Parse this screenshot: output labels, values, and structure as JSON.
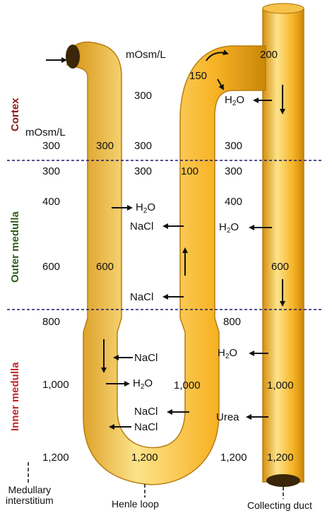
{
  "zones": {
    "cortex": "Cortex",
    "outer_medulla": "Outer medulla",
    "inner_medulla": "Inner medulla"
  },
  "units": {
    "top": "mOsm/L",
    "left": "mOsm/L"
  },
  "interstitium_values": [
    "300",
    "300",
    "400",
    "600",
    "800",
    "1,000",
    "1,200"
  ],
  "descending_limb_values": [
    "300",
    "600"
  ],
  "ascending_limb_values": [
    "300",
    "300",
    "100",
    "1,000"
  ],
  "collecting_duct_values": [
    "200",
    "150",
    "300",
    "300",
    "400",
    "600",
    "800",
    "1,000",
    "1,200"
  ],
  "loop_bottom_value": "1,200",
  "dct_value": "300",
  "substances": {
    "water": "H",
    "water_sub": "2",
    "water_tail": "O",
    "salt": "NaCl",
    "urea": "Urea"
  },
  "captions": {
    "interstitium_line1": "Medullary",
    "interstitium_line2": "interstitium",
    "henle": "Henle loop",
    "duct": "Collecting duct"
  },
  "colors": {
    "tube_fill": "#f9b62b",
    "tube_light": "#fde38a",
    "tube_edge": "#b87d10",
    "cortex_label": "#8b1a1a",
    "outer_label": "#2f5f1d",
    "inner_label": "#c2272d"
  }
}
